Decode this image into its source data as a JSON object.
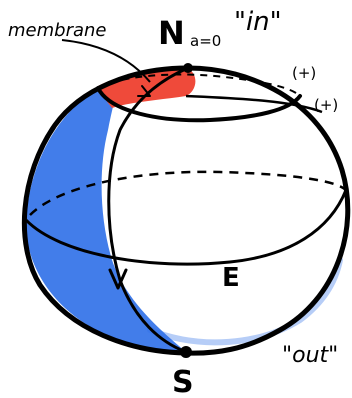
{
  "labels": {
    "membrane": "membrane",
    "north": "N",
    "north_sub": "a=0",
    "in": "\"in\"",
    "plus_1": "(+)",
    "plus_2": "(+)",
    "east": "E",
    "out": "\"out\"",
    "south": "S"
  },
  "colors": {
    "blue": "#2e6fe8",
    "red": "#ef4a3a",
    "ink": "#000000"
  }
}
